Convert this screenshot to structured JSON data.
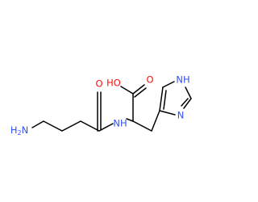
{
  "molecule": {
    "labels": {
      "amine": "H2N",
      "amine_h": "H",
      "amine_sub": "2",
      "amine_n": "N",
      "amide_o": "O",
      "amide_nh": "NH",
      "acid_ho": "HO",
      "acid_o": "O",
      "ring_nh": "NH",
      "ring_n": "N"
    },
    "colors": {
      "bond": "#000000",
      "oxygen": "#ff0d0d",
      "nitrogen": "#3050f8",
      "background": "#ffffff"
    }
  }
}
